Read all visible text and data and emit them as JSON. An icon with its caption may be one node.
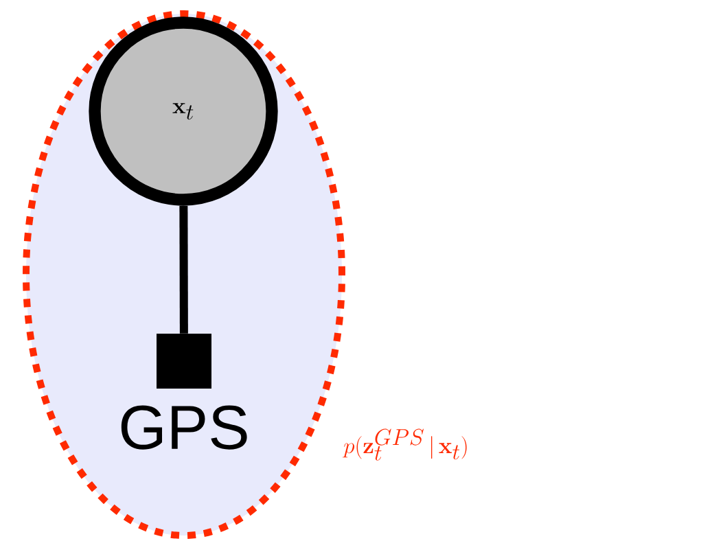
{
  "diagram": {
    "nodes": [
      {
        "text": [],
        "shape": "ellipse",
        "beside": [
          "p(\\mathbf{z}_t^{GPS}\\,|\\,\\mathbf{x}_t)"
        ]
      },
      {
        "text": [
          "\\mathbf{x}_t"
        ],
        "in": 0
      },
      {
        "text": [],
        "shape": "box",
        "in": 0,
        "beside": [
          "GPS"
        ]
      }
    ],
    "edges": [
      {
        "from": 1,
        "to": 2,
        "arrow": "none"
      }
    ]
  }
}
